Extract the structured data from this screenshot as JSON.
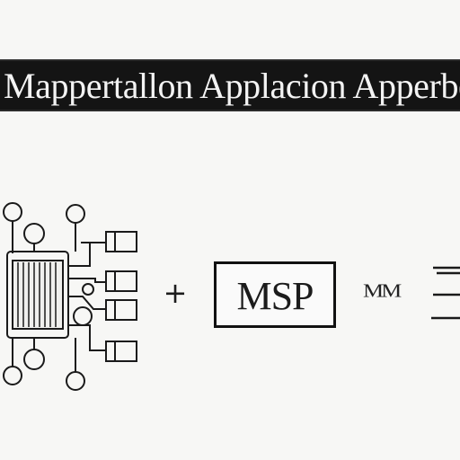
{
  "title": "Mappertallon Applacion Apperbe",
  "plus_symbol": "+",
  "box_label": "MSP",
  "right_label": "MM",
  "colors": {
    "background": "#f7f7f5",
    "banner": "#141414",
    "banner_text": "#f3f3f3",
    "ink": "#1a1a1a"
  },
  "icons": {
    "circuit": "circuit-board-icon",
    "lines": "three-lines-icon"
  }
}
